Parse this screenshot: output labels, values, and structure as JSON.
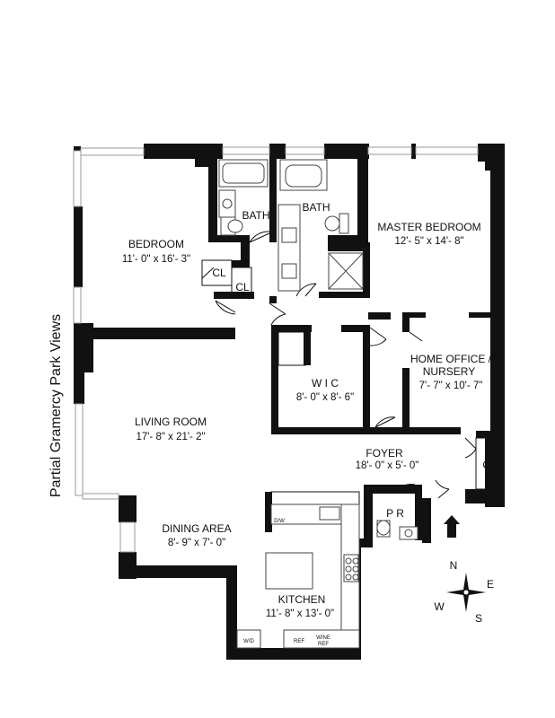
{
  "views_label": "Partial Gramercy Park Views",
  "rooms": {
    "bedroom": {
      "name": "BEDROOM",
      "dims": "11'- 0\" x 16'- 3\""
    },
    "bath_left": {
      "name": "BATH"
    },
    "bath_center": {
      "name": "BATH"
    },
    "master_bedroom": {
      "name": "MASTER BEDROOM",
      "dims": "12'- 5\" x 14'- 8\""
    },
    "home_office": {
      "name_line1": "HOME OFFICE /",
      "name_line2": "NURSERY",
      "dims": "7'- 7\" x 10'- 7\""
    },
    "wic": {
      "name": "W I C",
      "dims": "8'- 0\" x 8'- 6\""
    },
    "living_room": {
      "name": "LIVING ROOM",
      "dims": "17'- 8\" x 21'- 2\""
    },
    "foyer": {
      "name": "FOYER",
      "dims": "18'- 0\" x 5'- 0\""
    },
    "dining_area": {
      "name": "DINING AREA",
      "dims": "8'- 9\" x 7'- 0\""
    },
    "kitchen": {
      "name": "KITCHEN",
      "dims": "11'- 8\" x 13'- 0\""
    },
    "powder_room": {
      "name": "P R"
    }
  },
  "closets": {
    "cl_1": "CL",
    "cl_2": "CL",
    "cl_3": "CL"
  },
  "appliances": {
    "dw": "D/W",
    "wd": "W/D",
    "ref": "REF",
    "wine_ref_1": "WINE",
    "wine_ref_2": "REF"
  },
  "compass": {
    "n": "N",
    "e": "E",
    "s": "S",
    "w": "W"
  }
}
